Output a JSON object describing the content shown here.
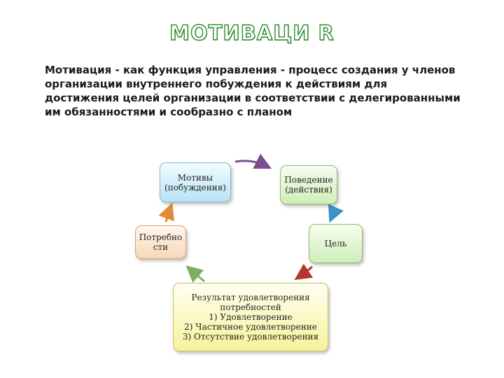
{
  "title": "МОТИВАЦИ R",
  "lead_text": "Мотивация - как функция управления - процесс создания у членов организации внутреннего побуждения к действиям для достижения целей организации в соответствии с делегированными им обязанностями и сообразно с планом",
  "cycle": {
    "motives": {
      "line1": "Мотивы",
      "line2": "(побуждения)"
    },
    "behavior": {
      "line1": "Поведение",
      "line2": "(действия)"
    },
    "goal": {
      "label": "Цель"
    },
    "needs": {
      "line1": "Потребно",
      "line2": "сти"
    },
    "result": {
      "line1": "Результат удовлетворения",
      "line2": "потребностей",
      "item1": "1) Удовлетворение",
      "item2": "2) Частичное удовлетворение",
      "item3": "3) Отсутствие удовлетворения"
    }
  },
  "colors": {
    "title_stroke": "#2f8a2f",
    "arrow_motive_to_behavior": "#7a4f8c",
    "arrow_behavior_to_goal": "#3a93c7",
    "arrow_goal_to_result": "#b5362e",
    "arrow_result_to_needs": "#7fae5c",
    "arrow_needs_to_motive": "#e08a3a"
  }
}
